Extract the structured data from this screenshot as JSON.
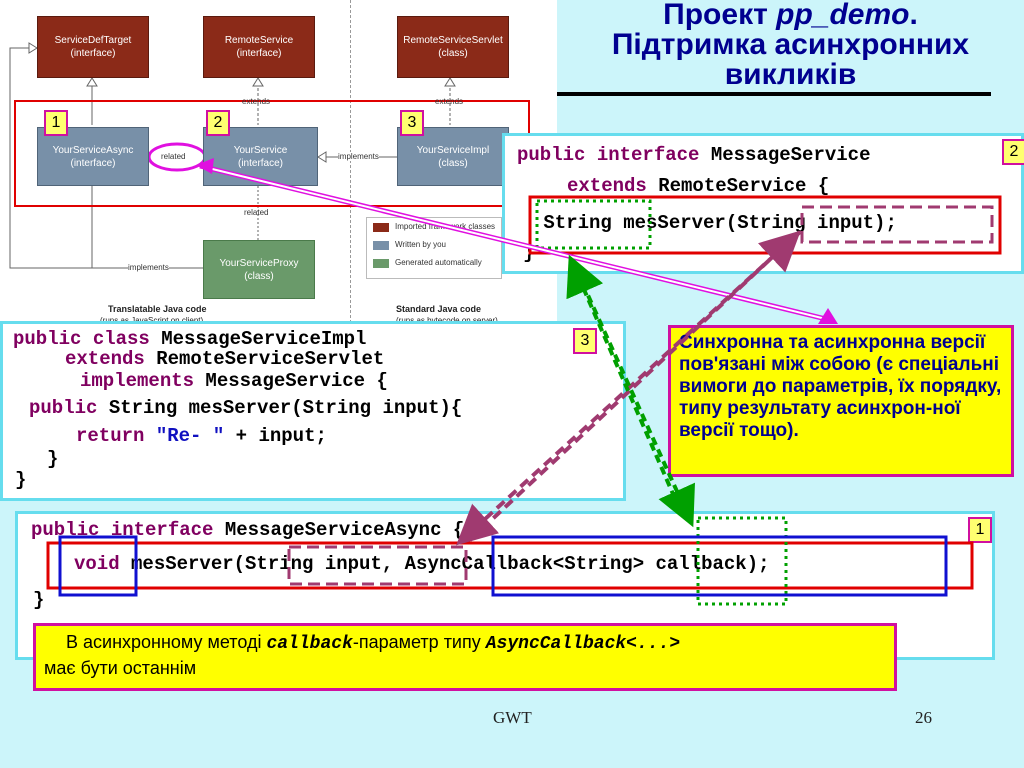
{
  "title": {
    "line1_prefix": "Проект ",
    "line1_italic": "pp_demo",
    "line1_suffix": ".",
    "line2": "Підтримка асинхронних",
    "line3": "викликів"
  },
  "uml": {
    "boxes": {
      "service_def_target": [
        "ServiceDefTarget",
        "(interface)"
      ],
      "remote_service": [
        "RemoteService",
        "(interface)"
      ],
      "remote_service_servlet": [
        "RemoteServiceServlet",
        "(class)"
      ],
      "your_service_async": [
        "YourServiceAsync",
        "(interface)"
      ],
      "your_service": [
        "YourService",
        "(interface)"
      ],
      "your_service_impl": [
        "YourServiceImpl",
        "(class)"
      ],
      "your_service_proxy": [
        "YourServiceProxy",
        "(class)"
      ]
    },
    "labels": {
      "extends": "extends",
      "related": "related",
      "implements": "implements"
    },
    "legend": [
      "Imported framework classes",
      "Written by you",
      "Generated automatically"
    ],
    "footer_left": [
      "Translatable Java code",
      "(runs as JavaScript on client)"
    ],
    "footer_right": [
      "Standard Java code",
      "(runs as bytecode on server)"
    ],
    "numbers": [
      "1",
      "2",
      "3"
    ]
  },
  "code_service": {
    "badge": "2",
    "l1_kw": "public interface",
    "l1_rest": " MessageService",
    "l2_kw": "extends",
    "l2_rest": " RemoteService {",
    "l3": " String mesServer(String input);",
    "l4": "}"
  },
  "code_impl": {
    "badge": "3",
    "l1_kw": "public class",
    "l1_rest": " MessageServiceImpl",
    "l2_kw": "extends",
    "l2_rest": " RemoteServiceServlet",
    "l3_kw": "implements",
    "l3_rest": " MessageService {",
    "l4_kw": "public",
    "l4_rest": " String mesServer(String input){",
    "l5_kw": "return",
    "l5_str": " \"Re- \"",
    "l5_rest": " + input;",
    "l6": "}",
    "l7": "}"
  },
  "code_async": {
    "badge": "1",
    "l1_kw": "public interface",
    "l1_rest": " MessageServiceAsync {",
    "l2_kw": "void",
    "l2_rest": " mesServer(String input, AsyncCallback<String> callback);",
    "l3": "}"
  },
  "note_relation": "Синхронна та асинхронна версії пов'язані між собою (є спеціальні вимоги до параметрів, їх порядку, типу результату асинхрон-ної версії тощо).",
  "note_callback": {
    "prefix": "В асинхронному методі ",
    "code1": "callback",
    "middle": "-параметр типу  ",
    "code2": "AsyncCallback<...>",
    "suffix": "має бути останнім"
  },
  "footer": {
    "left": "GWT",
    "page": "26"
  },
  "colors": {
    "background": "#ccf5fa",
    "title": "#000090",
    "keyword": "#800060",
    "highlight": "#ffff00",
    "magenta": "#d010a0"
  }
}
